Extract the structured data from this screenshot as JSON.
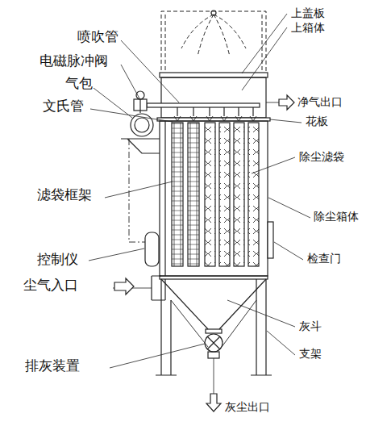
{
  "diagram": {
    "labels": [
      "上盖板",
      "喷吹管",
      "上箱体",
      "电磁脉冲阀",
      "气包",
      "净气出口",
      "文氏管",
      "花板",
      "除尘滤袋",
      "滤袋框架",
      "除尘箱体",
      "控制仪",
      "检查门",
      "尘气入口",
      "灰斗",
      "支架",
      "排灰装置",
      "灰尘出口"
    ]
  }
}
